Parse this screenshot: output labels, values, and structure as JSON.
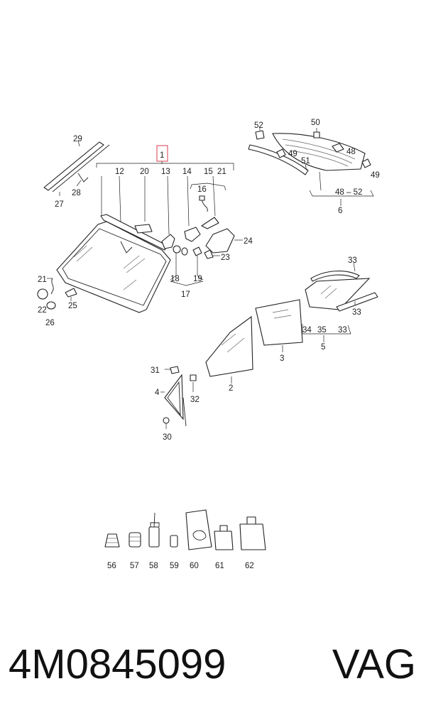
{
  "callouts": [
    {
      "id": "c1",
      "text": "1"
    },
    {
      "id": "c2",
      "text": "2"
    },
    {
      "id": "c3",
      "text": "3"
    },
    {
      "id": "c4",
      "text": "4"
    },
    {
      "id": "c5",
      "text": "5"
    },
    {
      "id": "c6",
      "text": "6"
    },
    {
      "id": "c12",
      "text": "12"
    },
    {
      "id": "c13",
      "text": "13"
    },
    {
      "id": "c14",
      "text": "14"
    },
    {
      "id": "c15",
      "text": "15"
    },
    {
      "id": "c16",
      "text": "16"
    },
    {
      "id": "c17",
      "text": "17"
    },
    {
      "id": "c18",
      "text": "18"
    },
    {
      "id": "c19",
      "text": "19"
    },
    {
      "id": "c20",
      "text": "20"
    },
    {
      "id": "c21a",
      "text": "21"
    },
    {
      "id": "c21b",
      "text": "21"
    },
    {
      "id": "c22",
      "text": "22"
    },
    {
      "id": "c23",
      "text": "23"
    },
    {
      "id": "c24",
      "text": "24"
    },
    {
      "id": "c25",
      "text": "25"
    },
    {
      "id": "c26",
      "text": "26"
    },
    {
      "id": "c27",
      "text": "27"
    },
    {
      "id": "c28",
      "text": "28"
    },
    {
      "id": "c29",
      "text": "29"
    },
    {
      "id": "c30",
      "text": "30"
    },
    {
      "id": "c31",
      "text": "31"
    },
    {
      "id": "c32",
      "text": "32"
    },
    {
      "id": "c33a",
      "text": "33"
    },
    {
      "id": "c33b",
      "text": "33"
    },
    {
      "id": "c33c",
      "text": "33"
    },
    {
      "id": "c34",
      "text": "34"
    },
    {
      "id": "c35",
      "text": "35"
    },
    {
      "id": "c48",
      "text": "48"
    },
    {
      "id": "c49a",
      "text": "49"
    },
    {
      "id": "c49b",
      "text": "49"
    },
    {
      "id": "c50",
      "text": "50"
    },
    {
      "id": "c51",
      "text": "51"
    },
    {
      "id": "c52",
      "text": "52"
    },
    {
      "id": "c4852",
      "text": "48 – 52"
    },
    {
      "id": "c56",
      "text": "56"
    },
    {
      "id": "c57",
      "text": "57"
    },
    {
      "id": "c58",
      "text": "58"
    },
    {
      "id": "c59",
      "text": "59"
    },
    {
      "id": "c60",
      "text": "60"
    },
    {
      "id": "c61",
      "text": "61"
    },
    {
      "id": "c62",
      "text": "62"
    }
  ],
  "footer": {
    "part_number": "4M0845099",
    "brand": "VAG"
  },
  "colors": {
    "highlight_box": "#e05a6a",
    "line": "#222222"
  }
}
